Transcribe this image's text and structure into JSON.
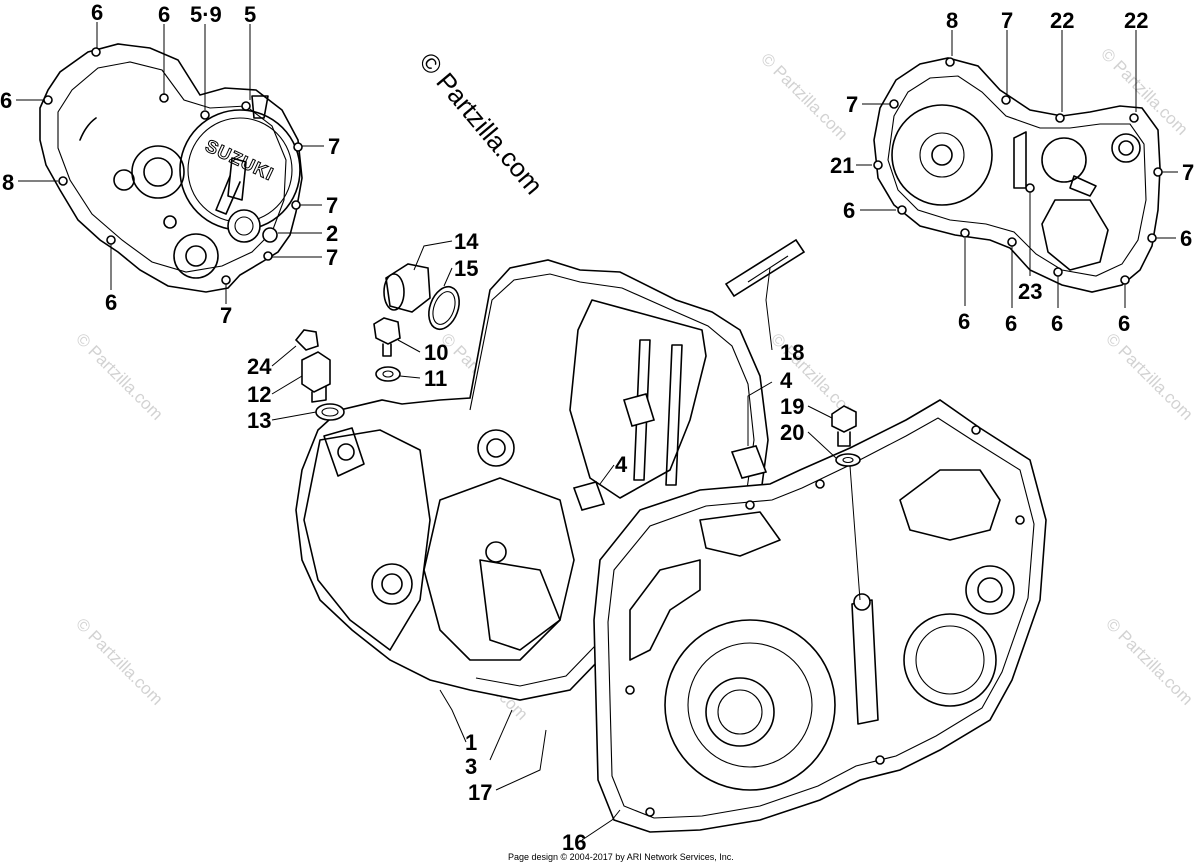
{
  "watermark": {
    "text": "© Partzilla.com"
  },
  "brand_mark": "SUZUKI",
  "footer": "Page design © 2004-2017 by ARI Network Services, Inc.",
  "callouts": [
    "6",
    "6",
    "5·9",
    "5",
    "6",
    "7",
    "8",
    "7",
    "2",
    "7",
    "6",
    "7",
    "14",
    "15",
    "10",
    "11",
    "24",
    "12",
    "13",
    "8",
    "7",
    "22",
    "22",
    "7",
    "21",
    "7",
    "6",
    "6",
    "23",
    "6",
    "6",
    "6",
    "6",
    "18",
    "4",
    "19",
    "20",
    "4",
    "1",
    "3",
    "17",
    "16"
  ]
}
